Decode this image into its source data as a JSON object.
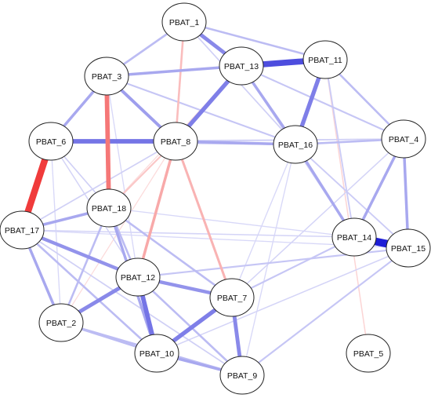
{
  "colors": {
    "positive": "#1f1fd6",
    "negative": "#ee2222"
  },
  "nodes": [
    {
      "id": "PBAT_1",
      "label": "PBAT_1"
    },
    {
      "id": "PBAT_3",
      "label": "PBAT_3"
    },
    {
      "id": "PBAT_13",
      "label": "PBAT_13"
    },
    {
      "id": "PBAT_11",
      "label": "PBAT_11"
    },
    {
      "id": "PBAT_6",
      "label": "PBAT_6"
    },
    {
      "id": "PBAT_8",
      "label": "PBAT_8"
    },
    {
      "id": "PBAT_16",
      "label": "PBAT_16"
    },
    {
      "id": "PBAT_4",
      "label": "PBAT_4"
    },
    {
      "id": "PBAT_18",
      "label": "PBAT_18"
    },
    {
      "id": "PBAT_17",
      "label": "PBAT_17"
    },
    {
      "id": "PBAT_14",
      "label": "PBAT_14"
    },
    {
      "id": "PBAT_15",
      "label": "PBAT_15"
    },
    {
      "id": "PBAT_12",
      "label": "PBAT_12"
    },
    {
      "id": "PBAT_7",
      "label": "PBAT_7"
    },
    {
      "id": "PBAT_2",
      "label": "PBAT_2"
    },
    {
      "id": "PBAT_10",
      "label": "PBAT_10"
    },
    {
      "id": "PBAT_9",
      "label": "PBAT_9"
    },
    {
      "id": "PBAT_5",
      "label": "PBAT_5"
    }
  ],
  "edges": [
    {
      "from": "PBAT_14",
      "to": "PBAT_15",
      "sign": "positive",
      "weight": 1.0
    },
    {
      "from": "PBAT_13",
      "to": "PBAT_11",
      "sign": "positive",
      "weight": 0.75
    },
    {
      "from": "PBAT_6",
      "to": "PBAT_17",
      "sign": "negative",
      "weight": 0.85
    },
    {
      "from": "PBAT_6",
      "to": "PBAT_8",
      "sign": "positive",
      "weight": 0.55
    },
    {
      "from": "PBAT_3",
      "to": "PBAT_18",
      "sign": "negative",
      "weight": 0.55
    },
    {
      "from": "PBAT_13",
      "to": "PBAT_8",
      "sign": "positive",
      "weight": 0.5
    },
    {
      "from": "PBAT_11",
      "to": "PBAT_16",
      "sign": "positive",
      "weight": 0.5
    },
    {
      "from": "PBAT_1",
      "to": "PBAT_13",
      "sign": "positive",
      "weight": 0.45
    },
    {
      "from": "PBAT_12",
      "to": "PBAT_10",
      "sign": "positive",
      "weight": 0.55
    },
    {
      "from": "PBAT_10",
      "to": "PBAT_7",
      "sign": "positive",
      "weight": 0.5
    },
    {
      "from": "PBAT_7",
      "to": "PBAT_9",
      "sign": "positive",
      "weight": 0.45
    },
    {
      "from": "PBAT_12",
      "to": "PBAT_2",
      "sign": "positive",
      "weight": 0.45
    },
    {
      "from": "PBAT_17",
      "to": "PBAT_12",
      "sign": "positive",
      "weight": 0.4
    },
    {
      "from": "PBAT_12",
      "to": "PBAT_7",
      "sign": "positive",
      "weight": 0.4
    },
    {
      "from": "PBAT_3",
      "to": "PBAT_8",
      "sign": "positive",
      "weight": 0.35
    },
    {
      "from": "PBAT_3",
      "to": "PBAT_6",
      "sign": "positive",
      "weight": 0.3
    },
    {
      "from": "PBAT_3",
      "to": "PBAT_13",
      "sign": "positive",
      "weight": 0.3
    },
    {
      "from": "PBAT_8",
      "to": "PBAT_16",
      "sign": "positive",
      "weight": 0.3
    },
    {
      "from": "PBAT_13",
      "to": "PBAT_16",
      "sign": "positive",
      "weight": 0.3
    },
    {
      "from": "PBAT_17",
      "to": "PBAT_18",
      "sign": "positive",
      "weight": 0.3
    },
    {
      "from": "PBAT_17",
      "to": "PBAT_2",
      "sign": "positive",
      "weight": 0.3
    },
    {
      "from": "PBAT_18",
      "to": "PBAT_10",
      "sign": "positive",
      "weight": 0.3
    },
    {
      "from": "PBAT_16",
      "to": "PBAT_14",
      "sign": "positive",
      "weight": 0.3
    },
    {
      "from": "PBAT_4",
      "to": "PBAT_14",
      "sign": "positive",
      "weight": 0.3
    },
    {
      "from": "PBAT_4",
      "to": "PBAT_15",
      "sign": "positive",
      "weight": 0.3
    },
    {
      "from": "PBAT_10",
      "to": "PBAT_9",
      "sign": "positive",
      "weight": 0.3
    },
    {
      "from": "PBAT_8",
      "to": "PBAT_12",
      "sign": "negative",
      "weight": 0.3
    },
    {
      "from": "PBAT_8",
      "to": "PBAT_7",
      "sign": "negative",
      "weight": 0.25
    },
    {
      "from": "PBAT_1",
      "to": "PBAT_11",
      "sign": "positive",
      "weight": 0.2
    },
    {
      "from": "PBAT_1",
      "to": "PBAT_3",
      "sign": "positive",
      "weight": 0.2
    },
    {
      "from": "PBAT_1",
      "to": "PBAT_8",
      "sign": "negative",
      "weight": 0.2
    },
    {
      "from": "PBAT_11",
      "to": "PBAT_4",
      "sign": "positive",
      "weight": 0.2
    },
    {
      "from": "PBAT_16",
      "to": "PBAT_4",
      "sign": "positive",
      "weight": 0.2
    },
    {
      "from": "PBAT_17",
      "to": "PBAT_10",
      "sign": "positive",
      "weight": 0.2
    },
    {
      "from": "PBAT_18",
      "to": "PBAT_2",
      "sign": "positive",
      "weight": 0.2
    },
    {
      "from": "PBAT_18",
      "to": "PBAT_12",
      "sign": "positive",
      "weight": 0.2
    },
    {
      "from": "PBAT_2",
      "to": "PBAT_10",
      "sign": "positive",
      "weight": 0.2
    },
    {
      "from": "PBAT_2",
      "to": "PBAT_9",
      "sign": "positive",
      "weight": 0.2
    },
    {
      "from": "PBAT_12",
      "to": "PBAT_9",
      "sign": "positive",
      "weight": 0.2
    },
    {
      "from": "PBAT_18",
      "to": "PBAT_7",
      "sign": "positive",
      "weight": 0.2
    },
    {
      "from": "PBAT_14",
      "to": "PBAT_7",
      "sign": "positive",
      "weight": 0.15
    },
    {
      "from": "PBAT_15",
      "to": "PBAT_9",
      "sign": "positive",
      "weight": 0.15
    },
    {
      "from": "PBAT_15",
      "to": "PBAT_12",
      "sign": "positive",
      "weight": 0.15
    },
    {
      "from": "PBAT_6",
      "to": "PBAT_16",
      "sign": "positive",
      "weight": 0.15
    },
    {
      "from": "PBAT_3",
      "to": "PBAT_16",
      "sign": "positive",
      "weight": 0.15
    },
    {
      "from": "PBAT_8",
      "to": "PBAT_18",
      "sign": "negative",
      "weight": 0.15
    },
    {
      "from": "PBAT_13",
      "to": "PBAT_4",
      "sign": "positive",
      "weight": 0.15
    },
    {
      "from": "PBAT_11",
      "to": "PBAT_14",
      "sign": "positive",
      "weight": 0.12
    },
    {
      "from": "PBAT_16",
      "to": "PBAT_15",
      "sign": "positive",
      "weight": 0.12
    },
    {
      "from": "PBAT_8",
      "to": "PBAT_4",
      "sign": "positive",
      "weight": 0.1
    },
    {
      "from": "PBAT_1",
      "to": "PBAT_16",
      "sign": "positive",
      "weight": 0.1
    },
    {
      "from": "PBAT_3",
      "to": "PBAT_11",
      "sign": "positive",
      "weight": 0.1
    },
    {
      "from": "PBAT_6",
      "to": "PBAT_18",
      "sign": "positive",
      "weight": 0.1
    },
    {
      "from": "PBAT_17",
      "to": "PBAT_8",
      "sign": "positive",
      "weight": 0.1
    },
    {
      "from": "PBAT_17",
      "to": "PBAT_14",
      "sign": "positive",
      "weight": 0.08
    },
    {
      "from": "PBAT_17",
      "to": "PBAT_9",
      "sign": "positive",
      "weight": 0.1
    },
    {
      "from": "PBAT_6",
      "to": "PBAT_12",
      "sign": "positive",
      "weight": 0.08
    },
    {
      "from": "PBAT_13",
      "to": "PBAT_14",
      "sign": "positive",
      "weight": 0.08
    },
    {
      "from": "PBAT_11",
      "to": "PBAT_5",
      "sign": "negative",
      "weight": 0.08
    },
    {
      "from": "PBAT_16",
      "to": "PBAT_9",
      "sign": "positive",
      "weight": 0.06
    },
    {
      "from": "PBAT_4",
      "to": "PBAT_7",
      "sign": "positive",
      "weight": 0.08
    },
    {
      "from": "PBAT_15",
      "to": "PBAT_10",
      "sign": "positive",
      "weight": 0.08
    },
    {
      "from": "PBAT_3",
      "to": "PBAT_12",
      "sign": "positive",
      "weight": 0.06
    },
    {
      "from": "PBAT_6",
      "to": "PBAT_2",
      "sign": "positive",
      "weight": 0.06
    },
    {
      "from": "PBAT_17",
      "to": "PBAT_15",
      "sign": "positive",
      "weight": 0.06
    },
    {
      "from": "PBAT_18",
      "to": "PBAT_14",
      "sign": "positive",
      "weight": 0.06
    },
    {
      "from": "PBAT_8",
      "to": "PBAT_2",
      "sign": "negative",
      "weight": 0.05
    },
    {
      "from": "PBAT_13",
      "to": "PBAT_18",
      "sign": "negative",
      "weight": 0.05
    },
    {
      "from": "PBAT_6",
      "to": "PBAT_4",
      "sign": "positive",
      "weight": 0.05
    },
    {
      "from": "PBAT_16",
      "to": "PBAT_7",
      "sign": "positive",
      "weight": 0.06
    }
  ]
}
